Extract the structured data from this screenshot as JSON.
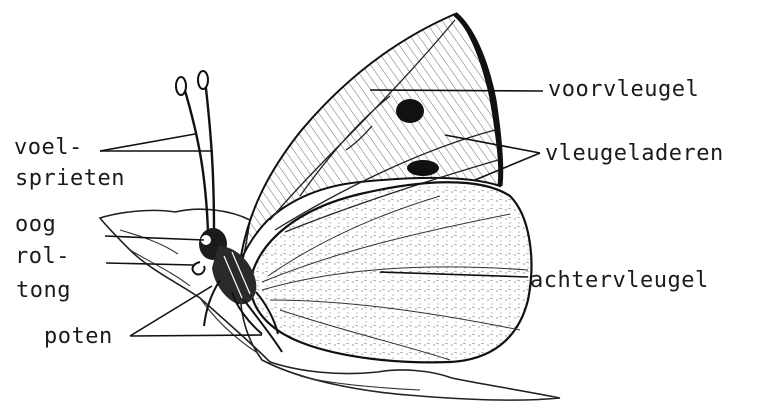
{
  "labels": {
    "voel": "voel-",
    "sprieten": "sprieten",
    "oog": "oog",
    "rol": "rol-",
    "tong": "tong",
    "poten": "poten",
    "voorvleugel": "voorvleugel",
    "vleugeladeren": "vleugeladeren",
    "achtervleugel": "achtervleugel"
  },
  "colors": {
    "ink": "#1b1b1b",
    "paper": "#ffffff"
  }
}
